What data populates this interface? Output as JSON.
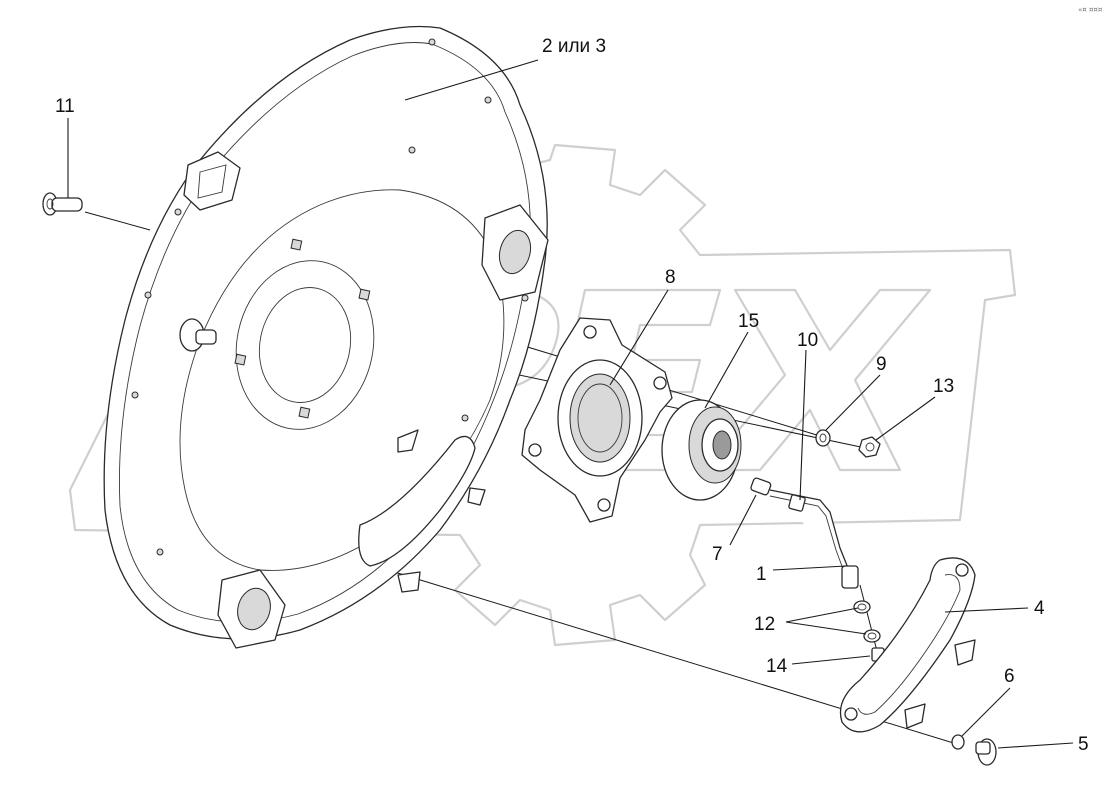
{
  "diagram": {
    "watermark_text": "OPEX",
    "corner_mark": "«¤ ¤¤¤",
    "callouts": [
      {
        "id": "c-2-3",
        "label": "2 или 3"
      },
      {
        "id": "c-11",
        "label": "11"
      },
      {
        "id": "c-8",
        "label": "8"
      },
      {
        "id": "c-15",
        "label": "15"
      },
      {
        "id": "c-10",
        "label": "10"
      },
      {
        "id": "c-9",
        "label": "9"
      },
      {
        "id": "c-13",
        "label": "13"
      },
      {
        "id": "c-7",
        "label": "7"
      },
      {
        "id": "c-1",
        "label": "1"
      },
      {
        "id": "c-4",
        "label": "4"
      },
      {
        "id": "c-12",
        "label": "12"
      },
      {
        "id": "c-14",
        "label": "14"
      },
      {
        "id": "c-6",
        "label": "6"
      },
      {
        "id": "c-5",
        "label": "5"
      }
    ]
  }
}
